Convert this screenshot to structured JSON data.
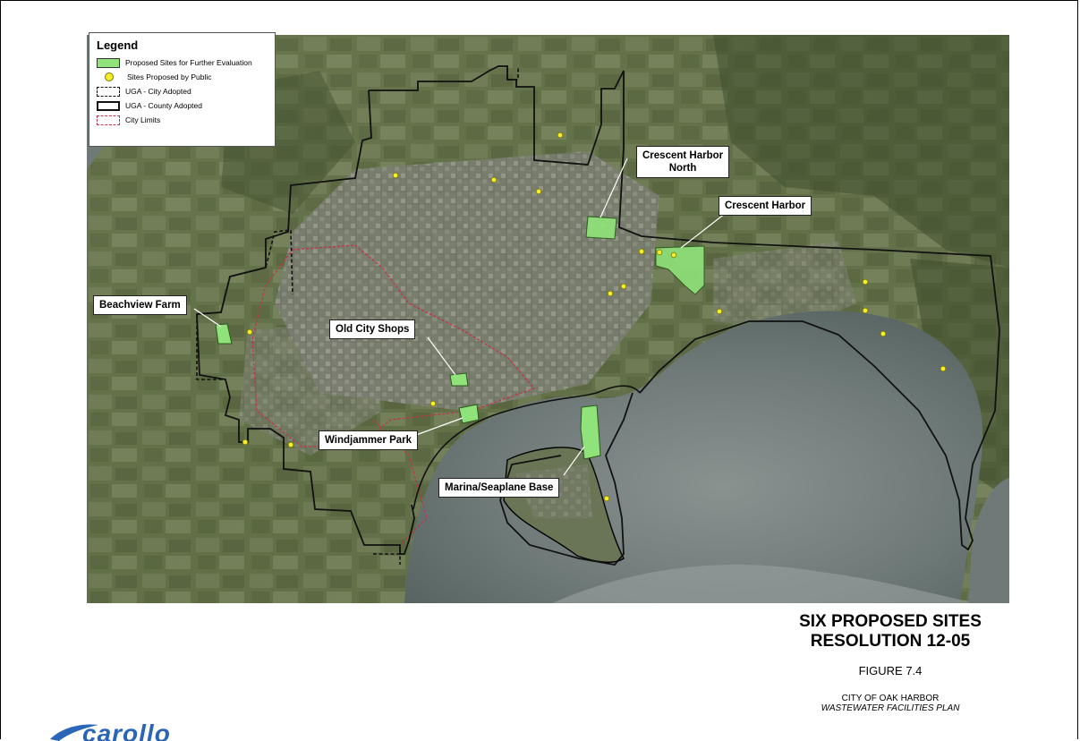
{
  "legend": {
    "title": "Legend",
    "items": [
      {
        "label": "Proposed Sites for Further Evaluation",
        "symbol": "green-area"
      },
      {
        "label": "Sites Proposed by Public",
        "symbol": "yellow-dot"
      },
      {
        "label": "UGA - City Adopted",
        "symbol": "black-dashed-box"
      },
      {
        "label": "UGA - County Adopted",
        "symbol": "black-solid-box"
      },
      {
        "label": "City Limits",
        "symbol": "red-dashed-box"
      }
    ]
  },
  "sites": [
    {
      "label": "Crescent Harbor\nNorth"
    },
    {
      "label": "Crescent Harbor"
    },
    {
      "label": "Beachview Farm"
    },
    {
      "label": "Old City Shops"
    },
    {
      "label": "Windjammer Park"
    },
    {
      "label": "Marina/Seaplane Base"
    }
  ],
  "title": {
    "line1": "SIX PROPOSED SITES",
    "line2": "RESOLUTION 12-05",
    "figure": "FIGURE 7.4",
    "client_line1": "CITY OF OAK HARBOR",
    "client_line2": "WASTEWATER FACILITIES PLAN"
  },
  "logo": {
    "text": "carollo"
  },
  "colors": {
    "proposed_site": "#90e27a",
    "public_site": "#f6ee2a",
    "uga_line": "#111111",
    "city_limits": "#c0354a",
    "water": "#6f7a78",
    "land": "#5b6a45"
  }
}
